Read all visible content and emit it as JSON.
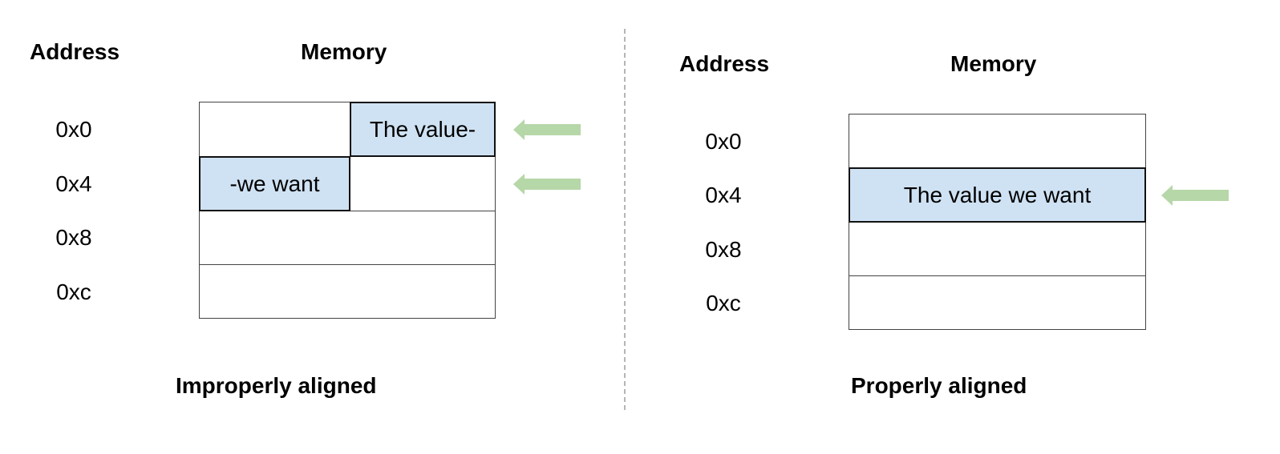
{
  "left": {
    "address_header": "Address",
    "memory_header": "Memory",
    "addresses": [
      "0x0",
      "0x4",
      "0x8",
      "0xc"
    ],
    "value_part_1": "The value-",
    "value_part_2": "-we want",
    "caption": "Improperly aligned"
  },
  "right": {
    "address_header": "Address",
    "memory_header": "Memory",
    "addresses": [
      "0x0",
      "0x4",
      "0x8",
      "0xc"
    ],
    "value": "The value we want",
    "caption": "Properly aligned"
  },
  "colors": {
    "highlight_fill": "#cfe2f3",
    "arrow": "#b6d7a8",
    "divider": "#b5b5b5"
  },
  "icons": {
    "pointer": "left-arrow-icon"
  }
}
